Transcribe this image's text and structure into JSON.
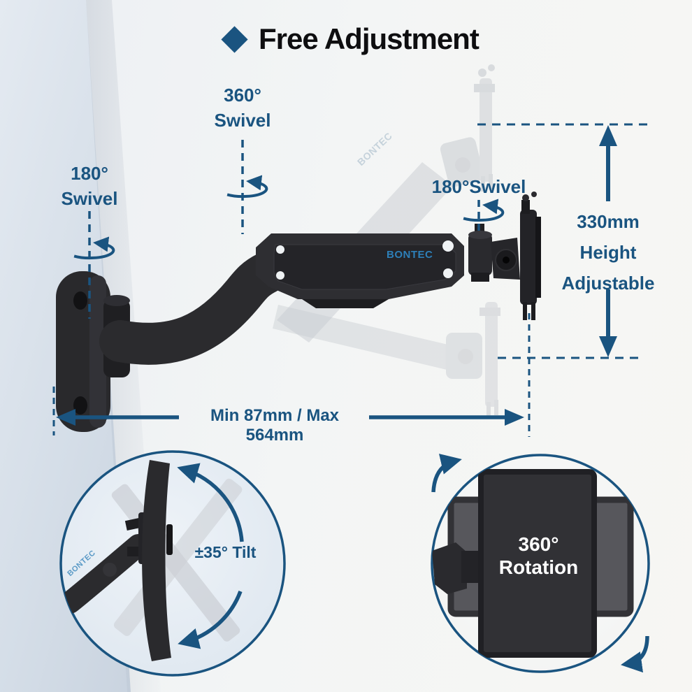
{
  "title": {
    "label": "Free Adjustment"
  },
  "brand": {
    "name": "BONTEC"
  },
  "colors": {
    "annotation_blue": "#1a5480",
    "brand_blue": "#2d7fb8",
    "title_color": "#0e0e10",
    "product_dark": "#29292c",
    "ghost_gray": "#c3c8ce"
  },
  "icons": {
    "title_bullet": "diamond-icon",
    "swivel_symbol": "rotation-ellipse-arrow-icon",
    "dimension_arrows": "dimension-arrow-icon",
    "circle_arrows": "curved-rotation-arrow-icon"
  },
  "annotations": {
    "swivel_arm": {
      "value": "360°",
      "label": "Swivel"
    },
    "swivel_wall": {
      "value": "180°",
      "label": "Swivel"
    },
    "swivel_head": {
      "label": "180°Swivel"
    },
    "height_range": {
      "value": "330mm",
      "line2": "Height",
      "line3": "Adjustable"
    },
    "extension_range": {
      "label": "Min 87mm / Max 564mm"
    },
    "tilt_range": {
      "label": "±35° Tilt"
    },
    "rotation_range": {
      "value": "360°",
      "label": "Rotation"
    }
  }
}
